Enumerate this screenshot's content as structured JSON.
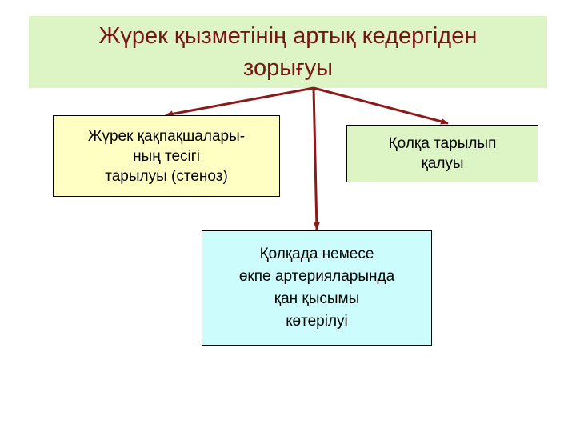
{
  "title": {
    "line1": "Жүрек қызметінің артық кедергіден",
    "line2": "зорығуы"
  },
  "boxes": {
    "left": {
      "line1": "Жүрек қақпақшалары-",
      "line2": "ның тесігі",
      "line3": "тарылуы (стеноз)"
    },
    "right": {
      "line1": "Қолқа тарылып",
      "line2": "қалуы"
    },
    "bottom": {
      "line1": "Қолқада немесе",
      "line2": "өкпе артерияларында",
      "line3": "қан қысымы",
      "line4": "көтерілуі"
    }
  },
  "colors": {
    "title_bg": "#ddf5c4",
    "title_text": "#7a1414",
    "left_bg": "#ffffc4",
    "right_bg": "#ddf5c4",
    "bottom_bg": "#ccfcfc",
    "arrow": "#8b1a1a"
  }
}
